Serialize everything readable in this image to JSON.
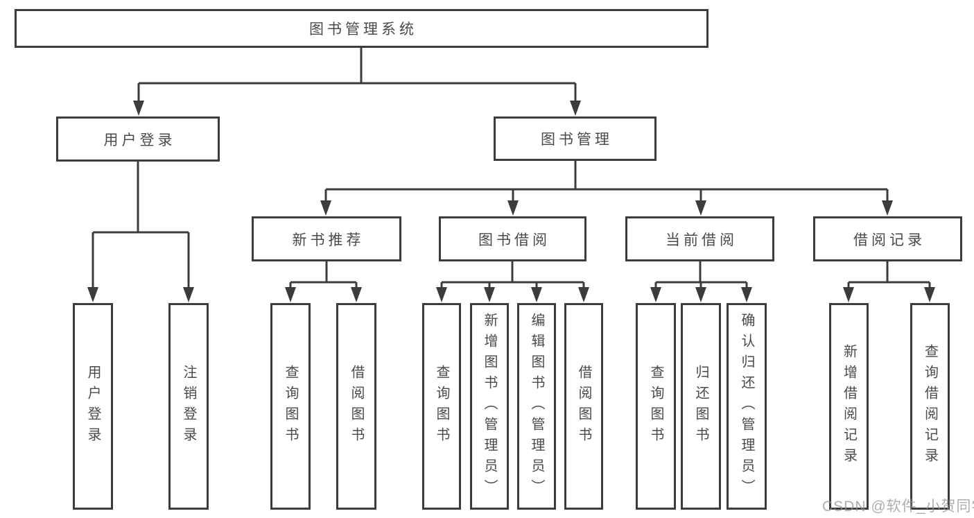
{
  "diagram": {
    "type": "tree",
    "background": "#ffffff",
    "line_color": "#3c3c3c",
    "text_color": "#4a4a4a",
    "root": "图书管理系统",
    "level2": {
      "user_login": "用户登录",
      "book_management": "图书管理"
    },
    "level3": {
      "new_book_recommend": "新书推荐",
      "book_borrowing": "图书借阅",
      "current_borrowing": "当前借阅",
      "borrowing_records": "借阅记录"
    },
    "leaves": {
      "user_login": [
        "用户登录",
        "注销登录"
      ],
      "new_book_recommend": [
        "查询图书",
        "借阅图书"
      ],
      "book_borrowing": [
        "查询图书",
        "新增图书（管理员）",
        "编辑图书（管理员）",
        "借阅图书"
      ],
      "current_borrowing": [
        "查询图书",
        "归还图书",
        "确认归还（管理员）"
      ],
      "borrowing_records": [
        "新增借阅记录",
        "查询借阅记录"
      ]
    },
    "watermark": "CSDN @软件_小贺同学"
  }
}
